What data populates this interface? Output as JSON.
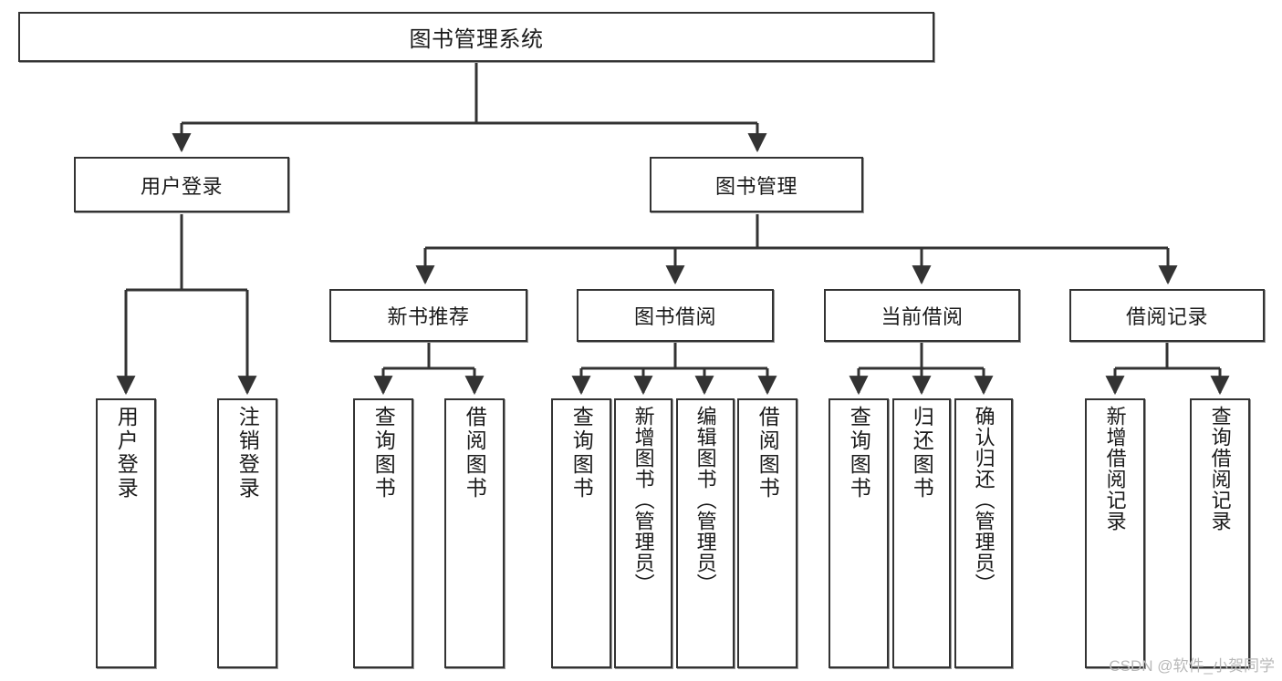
{
  "diagram": {
    "title": "图书管理系统",
    "type": "tree-hierarchy-chart",
    "root": {
      "id": "root",
      "label": "图书管理系统"
    },
    "level2": [
      {
        "id": "user-login",
        "label": "用户登录"
      },
      {
        "id": "book-manage",
        "label": "图书管理"
      }
    ],
    "level3": [
      {
        "id": "new-book-recommend",
        "label": "新书推荐",
        "parent": "book-manage"
      },
      {
        "id": "book-borrow",
        "label": "图书借阅",
        "parent": "book-manage"
      },
      {
        "id": "current-borrow",
        "label": "当前借阅",
        "parent": "book-manage"
      },
      {
        "id": "borrow-record",
        "label": "借阅记录",
        "parent": "book-manage"
      }
    ],
    "leaves": [
      {
        "id": "leaf-user-login",
        "label": "用户登录",
        "parent": "user-login"
      },
      {
        "id": "leaf-logout-login",
        "label": "注销登录",
        "parent": "user-login"
      },
      {
        "id": "leaf-query-book-1",
        "label": "查询图书",
        "parent": "new-book-recommend"
      },
      {
        "id": "leaf-borrow-book-1",
        "label": "借阅图书",
        "parent": "new-book-recommend"
      },
      {
        "id": "leaf-query-book-2",
        "label": "查询图书",
        "parent": "book-borrow"
      },
      {
        "id": "leaf-add-book",
        "label": "新增图书（管理员）",
        "parent": "book-borrow"
      },
      {
        "id": "leaf-edit-book",
        "label": "编辑图书（管理员）",
        "parent": "book-borrow"
      },
      {
        "id": "leaf-borrow-book-2",
        "label": "借阅图书",
        "parent": "book-borrow"
      },
      {
        "id": "leaf-query-book-3",
        "label": "查询图书",
        "parent": "current-borrow"
      },
      {
        "id": "leaf-return-book",
        "label": "归还图书",
        "parent": "current-borrow"
      },
      {
        "id": "leaf-confirm-return",
        "label": "确认归还（管理员）",
        "parent": "current-borrow"
      },
      {
        "id": "leaf-add-record",
        "label": "新增借阅记录",
        "parent": "borrow-record"
      },
      {
        "id": "leaf-query-record",
        "label": "查询借阅记录",
        "parent": "borrow-record"
      }
    ]
  },
  "watermark": {
    "text": "CSDN @软件_小贺同学"
  },
  "colors": {
    "box_border": "#333333",
    "box_fill": "#ffffff",
    "edge": "#333333",
    "text": "#1a1a1a",
    "watermark": "#b9b9b9"
  }
}
